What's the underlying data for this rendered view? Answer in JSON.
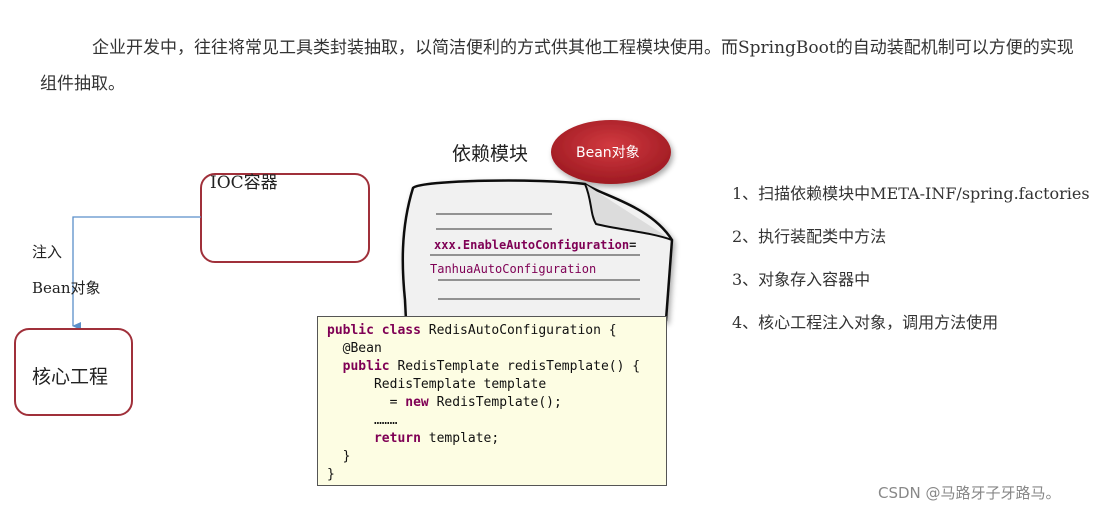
{
  "intro": {
    "text": "企业开发中，往往将常见工具类封装抽取，以简洁便利的方式供其他工程模块使用。而SpringBoot的自动装配机制可以方便的实现组件抽取。"
  },
  "diagram": {
    "ioc_container": "IOC容器",
    "inject_line1": "注入",
    "inject_line2": "Bean对象",
    "core_project": "核心工程",
    "dependency_module": "依赖模块",
    "bean_badge": "Bean对象",
    "config_key": "xxx.EnableAutoConfiguration",
    "config_eq": "=",
    "config_value": "TanhuaAutoConfiguration",
    "code": {
      "lines": [
        [
          {
            "t": "public class",
            "k": true
          },
          {
            "t": " RedisAutoConfiguration {"
          }
        ],
        [
          {
            "t": "  @Bean"
          }
        ],
        [
          {
            "t": "  "
          },
          {
            "t": "public",
            "k": true
          },
          {
            "t": " RedisTemplate redisTemplate() {"
          }
        ],
        [
          {
            "t": "      RedisTemplate template"
          }
        ],
        [
          {
            "t": "        = "
          },
          {
            "t": "new",
            "k": true
          },
          {
            "t": " RedisTemplate();"
          }
        ],
        [
          {
            "t": "      ………"
          }
        ],
        [
          {
            "t": "      "
          },
          {
            "t": "return",
            "k": true
          },
          {
            "t": " template;"
          }
        ],
        [
          {
            "t": "  }"
          }
        ],
        [
          {
            "t": "}"
          }
        ]
      ]
    }
  },
  "steps": [
    "1、扫描依赖模块中META-INF/spring.factories",
    "2、执行装配类中方法",
    "3、对象存入容器中",
    "4、核心工程注入对象，调用方法使用"
  ],
  "watermark": "CSDN @马路牙子牙路马。",
  "colors": {
    "box_border": "#a0303a",
    "arrow": "#5b8fc9",
    "badge_fill": "#b0202a",
    "code_bg": "#fdfde3",
    "keyword": "#7f0055"
  }
}
